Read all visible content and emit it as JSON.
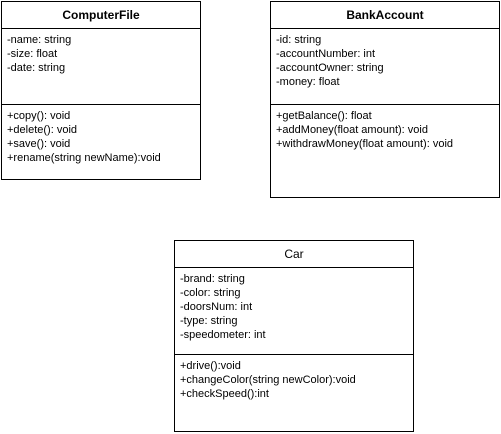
{
  "classes": {
    "computer_file": {
      "name": "ComputerFile",
      "attributes": [
        "-name: string",
        "-size: float",
        "-date: string"
      ],
      "methods": [
        "+copy(): void",
        "+delete(): void",
        "+save(): void",
        "+rename(string newName):void"
      ]
    },
    "bank_account": {
      "name": "BankAccount",
      "attributes": [
        "-id: string",
        "-accountNumber: int",
        "-accountOwner: string",
        "-money: float"
      ],
      "methods": [
        "+getBalance(): float",
        "+addMoney(float amount): void",
        "+withdrawMoney(float amount): void"
      ]
    },
    "car": {
      "name": "Car",
      "attributes": [
        "-brand: string",
        "-color: string",
        "-doorsNum: int",
        "-type: string",
        "-speedometer: int"
      ],
      "methods": [
        "+drive():void",
        "+changeColor(string newColor):void",
        "+checkSpeed():int"
      ]
    }
  }
}
